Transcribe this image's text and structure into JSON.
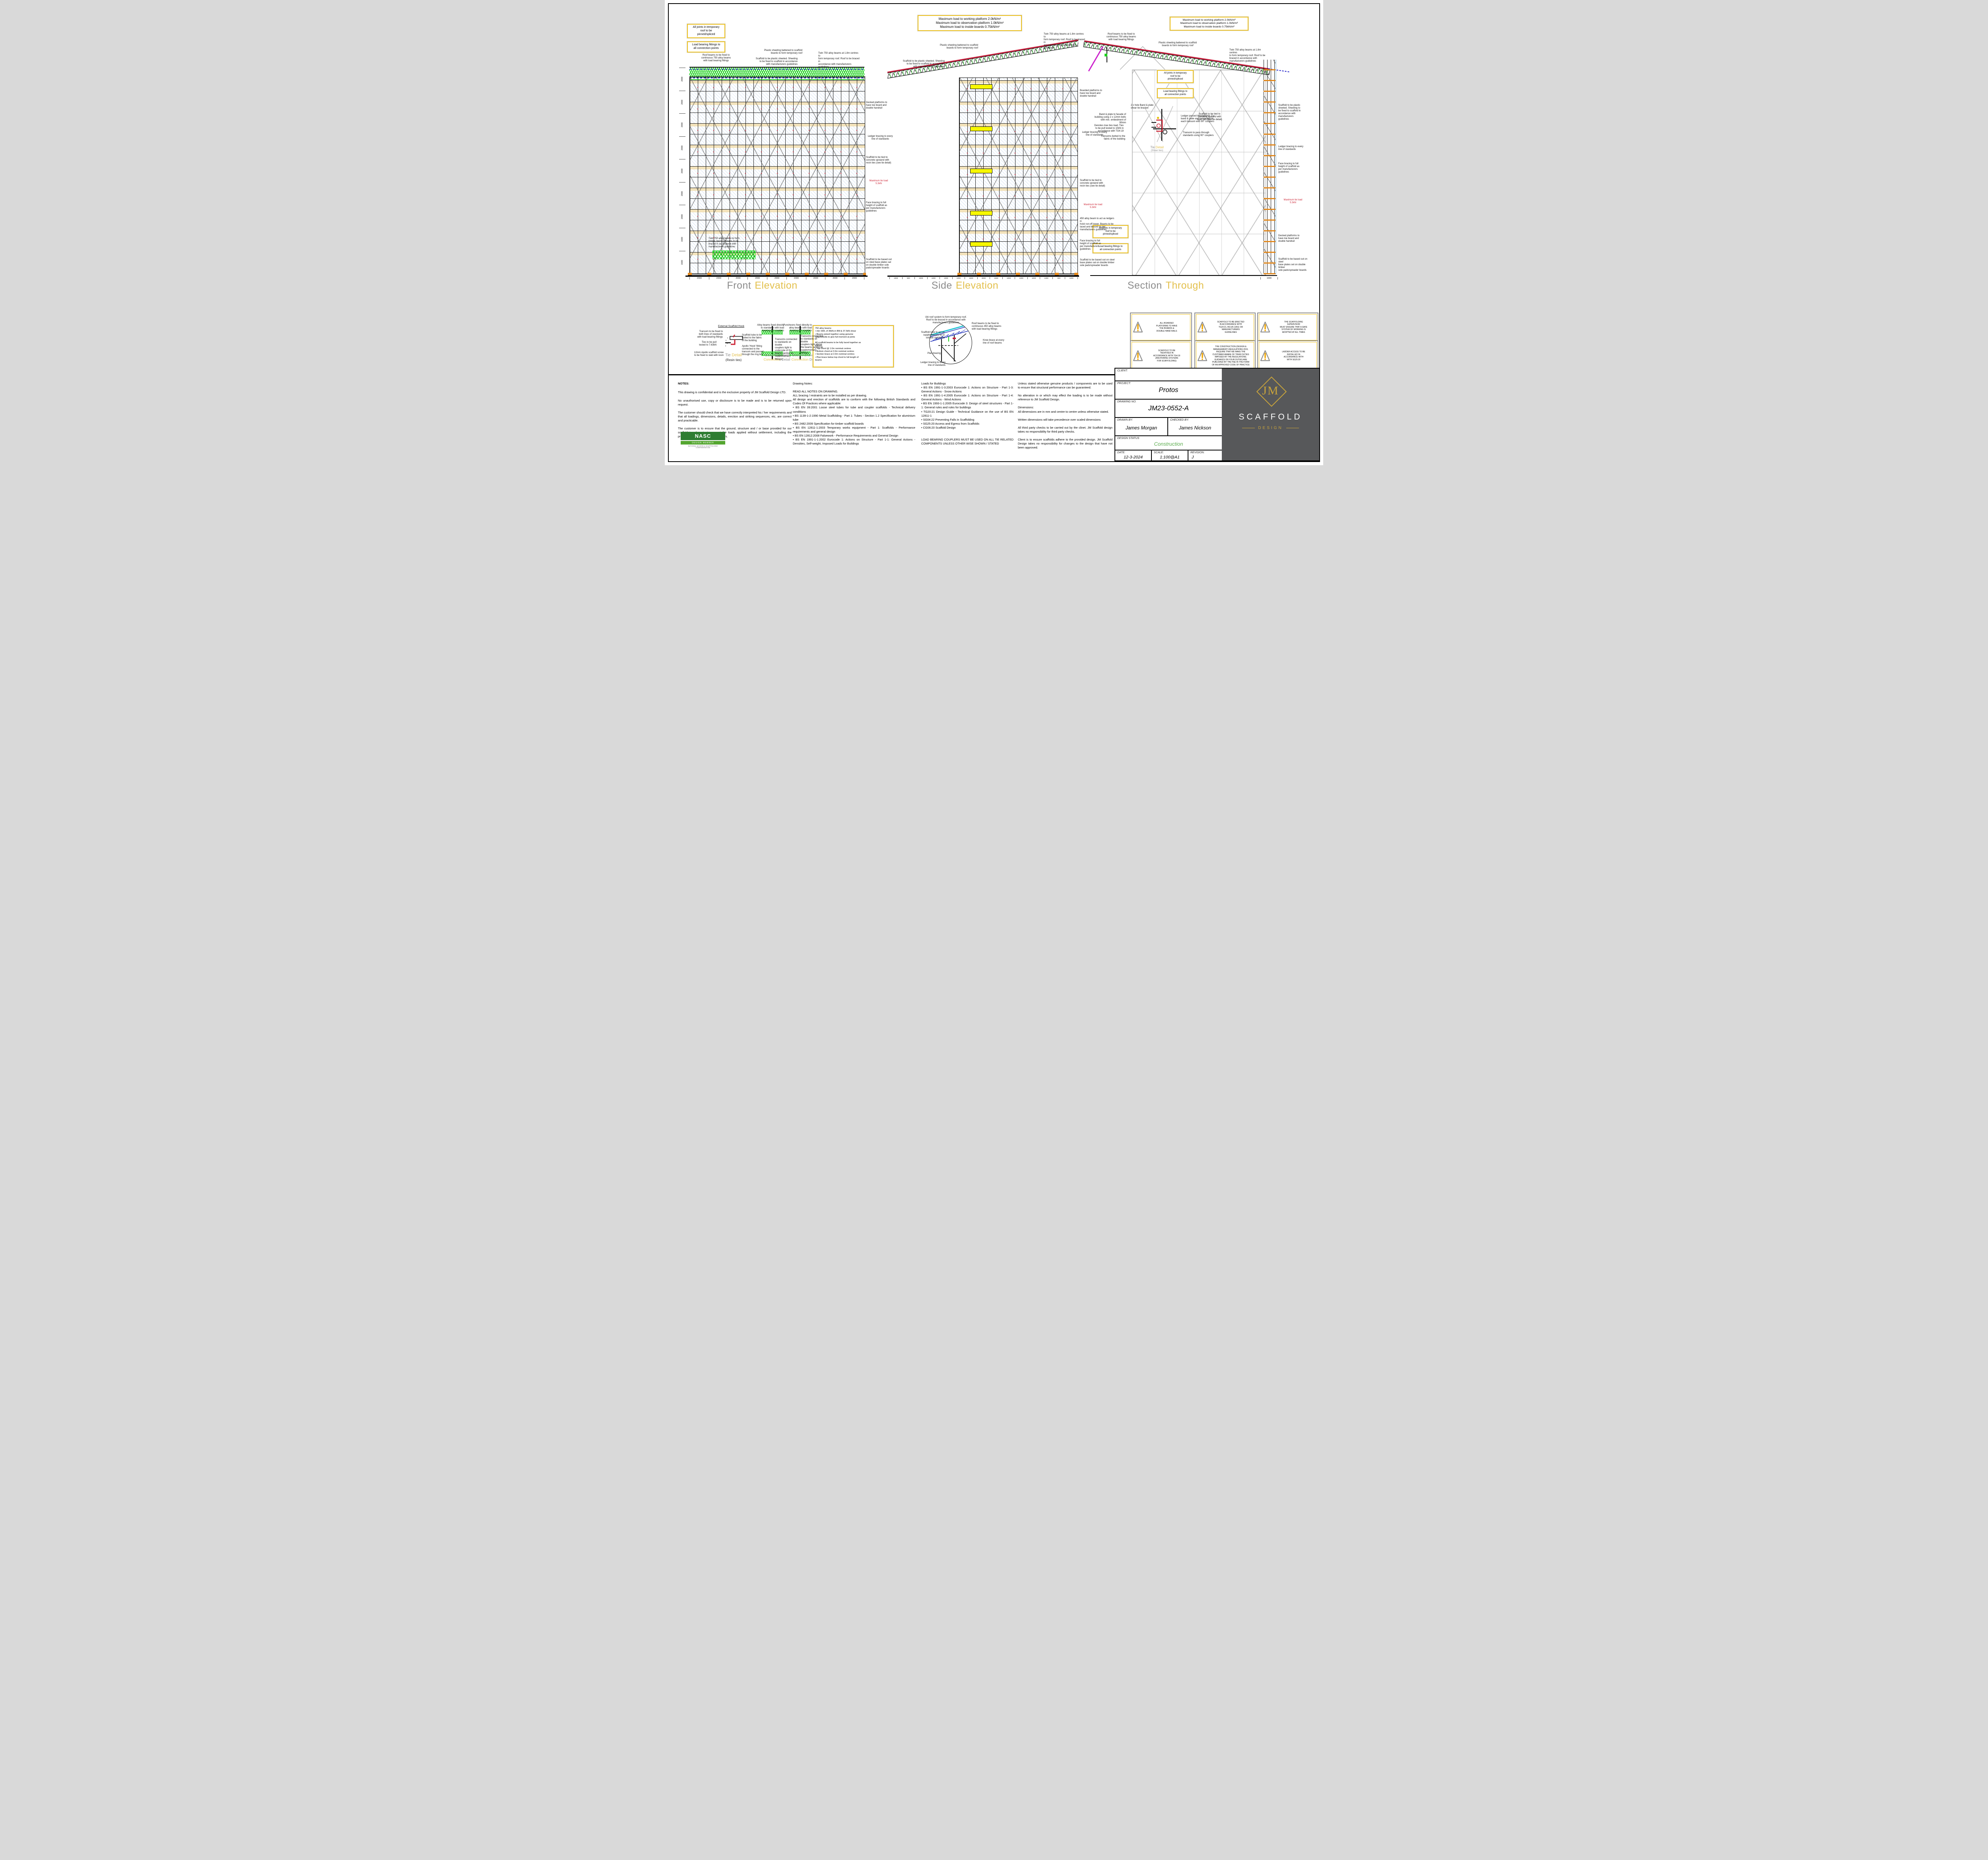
{
  "sheet": {
    "background": "#ffffff",
    "border": "#000000",
    "accent_gold": "#e3c04c",
    "note_yellow": "#efc320",
    "truss_green": "#1fd11f",
    "dash_blue": "#2020c8",
    "roof_red": "#c81e3c",
    "pad_orange": "#e2881c",
    "status_green": "#5bad4e",
    "tie_red": "#cc2233"
  },
  "titles": {
    "front": {
      "a": "Front",
      "b": "Elevation"
    },
    "side": {
      "a": "Side",
      "b": "Elevation"
    },
    "section": {
      "a": "Section",
      "b": "Through"
    }
  },
  "yellow_boxes": [
    {
      "text": "All joints in temporary\nroof to be\npinned/spliced",
      "style": "left:56px;top:60px;width:84px;font-size:7px"
    },
    {
      "text": "Load bearing fittings to\nall connection points",
      "style": "left:56px;top:104px;width:84px;font-size:7px"
    },
    {
      "text": "Maximum load to working platform 2.0kN/m²\nMaximum load to observation platform 1.0kN/m²\nMaximum load to inside boards 0.75kN/m²",
      "style": "left:636px;top:38px;width:250px;font-size:8px"
    },
    {
      "text": "Maximum load to working platform 2.0kN/m²\nMaximum load to observation platform 1.0kN/m²\nMaximum load to inside boards 0.75kN/m²",
      "style": "left:1270px;top:42px;width:186px;font-size:6.8px"
    },
    {
      "text": "All joints in temporary\nroof to be\npinned/spliced",
      "style": "left:1238px;top:176px;width:80px"
    },
    {
      "text": "Load bearing fittings to\nall connection points",
      "style": "left:1238px;top:222px;width:80px"
    },
    {
      "text": "All joints in temporary\nroof to be\npinned/spliced",
      "style": "left:1076px;top:566px;width:78px"
    },
    {
      "text": "Load bearing fittings to\nall connection points",
      "style": "left:1076px;top:612px;width:78px"
    },
    {
      "text": "750 alloy beams\n•   min SWL of 36kN.m BM & 37.5kN shear\n•   Beams joined together using genuine\n     spigots/bolts to give full moment at joints\n\nAll scaffold beams to be fully laced together as\nfollows:\n•   Top chord @ 1.0m nominal centres\n•   Bottom chord at 2.0m nominal centres\n•   Section brace at 2.0m nominal centres\n•   Plan brace below top chord to full length of\n     beams",
      "style": "left:372px;top:818px;width:192px;height:96px;text-align:left;font-size:5.6px;line-height:1.3"
    }
  ],
  "callouts": [
    {
      "text": "Roof beams to be fixed to\ncontinuous 750 alloy beams\nwith load bearing fittings",
      "style": "left:78px;top:136px;width:102px;text-align:center"
    },
    {
      "text": "Plastic sheeting battened to scaffold\nboards to form temporary roof",
      "style": "left:246px;top:124px;width:100px;text-align:right"
    },
    {
      "text": "Scaffold to be plastic sheeted. Sheeting\nto be fixed to scaffold in accordance\nwith manufacturers guidelines",
      "style": "left:226px;top:145px;width:108px;text-align:right"
    },
    {
      "text": "Twin 750 alloy beams at 1.8m centres to\nform temporary roof. Roof to be braced in\naccordance with manufacturers guidelines",
      "style": "left:386px;top:131px;width:104px"
    },
    {
      "text": "Decked platforms to\nhave toe board and\ndouble handrail",
      "style": "left:506px;top:255px;width:70px"
    },
    {
      "text": "Ledger bracing to every\nline of standards",
      "style": "left:503px;top:340px;width:78px;text-align:center"
    },
    {
      "text": "Scaffold to be tied to\nconcrete upstand with\nresin ties (see tie detail)",
      "style": "left:506px;top:393px;width:80px"
    },
    {
      "text": "Maximum tie load\n5.3kN",
      "style": "left:503px;top:452px;width:70px;text-align:center;color:#cc2233"
    },
    {
      "text": "Face bracing to full\nheight of scaffold as\nper manufacturers\nguidelines",
      "style": "left:506px;top:507px;width:74px"
    },
    {
      "text": "Twin 750 alloy beams to form\nbridge opening.Beams to be\nbraced in accordance with\nmanufacturers guidelines",
      "style": "left:110px;top:597px;width:100px"
    },
    {
      "text": "Scaffold to be based out\non steel base plates sat\non double timber sole\npads/spreader boards",
      "style": "left:506px;top:650px;width:82px"
    },
    {
      "text": "Twin 750 alloy beams at 1.8m centres to\nform temporary roof. Roof to be braced in\naccordance with manufacturers guidelines",
      "style": "left:953px;top:83px;width:106px"
    },
    {
      "text": "Plastic sheeting battened to scaffold\nboards to form temporary roof",
      "style": "left:688px;top:111px;width:100px;text-align:right"
    },
    {
      "text": "Scaffold to be plastic sheeted. Sheeting\nto be fixed to scaffold in accordance\nwith manufacturers guidelines",
      "style": "left:596px;top:151px;width:108px;text-align:right"
    },
    {
      "text": "Boarded platforms to\nhave toe board and\ndouble handrail",
      "style": "left:1044px;top:225px;width:72px"
    },
    {
      "text": "Ledger bracing to every\nline of standards",
      "style": "left:1041px;top:330px;width:80px;text-align:center"
    },
    {
      "text": "Scaffold to be tied to\nconcrete upstand with\nresin ties (see tie detail)",
      "style": "left:1044px;top:451px;width:82px"
    },
    {
      "text": "Maximum tie load\n5.3kN",
      "style": "left:1041px;top:512px;width:72px;text-align:center;color:#cc2233"
    },
    {
      "text": "450 alloy beam to act as ledgers in\nhoist run-off tower. Beams to be\nlaced and braced as per\nmanufacturers guidelines",
      "style": "left:1044px;top:547px;width:92px"
    },
    {
      "text": "Face bracing to full\nheight of scaffold as\nper manufacturers\nguidelines",
      "style": "left:1044px;top:603px;width:76px"
    },
    {
      "text": "Scaffold to be based out on steel\nbase plates sat on double timber\nsole pads/spreader boards",
      "style": "left:1044px;top:651px;width:88px"
    },
    {
      "text": "Roof beams to be fixed to\ncontinuous 750 alloy beams\nwith load bearing fittings",
      "style": "left:1100px;top:83px;width:96px;text-align:center"
    },
    {
      "text": "Plastic sheeting battened to scaffold\nboards to form temporary roof",
      "style": "left:1241px;top:105px;width:98px;text-align:center"
    },
    {
      "text": "Twin 750 alloy beams at 1.8m centres\nto form temporary roof. Roof to be\nbraced in accordance with\nmanufacturers guidelines",
      "style": "left:1420px;top:123px;width:100px"
    },
    {
      "text": "2 x hole Band & plate\nshear tie bracket",
      "style": "left:1172px;top:262px;width:74px"
    },
    {
      "text": "Band & plate to facade of\nbuilding using 2 x 12mm bolts\nwith min. embedment of 90mm",
      "style": "left:1080px;top:285px;width:80px;text-align:right"
    },
    {
      "text": "Ledger passed through min. 2 x\nband & plate and connected to\neach transom with 90° couplers",
      "style": "left:1298px;top:289px;width:86px"
    },
    {
      "text": "Denotes max ties load. Ties\nto be pull tested to 10kN in\naccordance with TG4:19",
      "style": "left:1078px;top:313px;width:76px;text-align:right"
    },
    {
      "text": "Transoms butted to the\nfabric of the building",
      "style": "left:1090px;top:340px;width:68px;text-align:right"
    },
    {
      "text": "Transom to pass through\nstandards using 90° couplers",
      "style": "left:1303px;top:331px;width:82px"
    },
    {
      "text": "Scaffold to be tied to\nconcrete upstand with\nresin ties (see tie detail)",
      "style": "left:1334px;top:284px;width:72px;text-align:center"
    },
    {
      "text": "Scaffold to be plastic\nsheeted. Sheeting to\nbe fixed to scaffold in\naccordance with\nmanufacturers\nguidelines",
      "style": "left:1543px;top:262px;width:80px"
    },
    {
      "text": "Ledger bracing to every\nline of standards",
      "style": "left:1543px;top:366px;width:82px"
    },
    {
      "text": "Face bracing to full\nheight of scaffold as\nper manufacturers\nguidelines",
      "style": "left:1543px;top:409px;width:80px"
    },
    {
      "text": "Maximum tie load\n5.3kN",
      "style": "left:1543px;top:500px;width:74px;text-align:center;color:#cc2233"
    },
    {
      "text": "Decked platforms to\nhave toe board and\ndouble handrail",
      "style": "left:1543px;top:590px;width:78px"
    },
    {
      "text": "Scaffold to be based out on steel\nbase plates set on double timber\nsole pads/spreader boards",
      "style": "left:1543px;top:649px;width:86px"
    },
    {
      "text": "External Scaffold Hook",
      "style": "left:112px;top:817px;width:110px;text-align:center;text-decoration:underline;font-size:6.5px"
    },
    {
      "text": "Transom to be fixed to\nboth lines of standards\nwith load bearing fittings",
      "style": "left:44px;top:831px;width:102px;text-align:right"
    },
    {
      "text": "Ties to be pull\ntested to 7.63kN",
      "style": "left:60px;top:858px;width:70px;text-align:right"
    },
    {
      "text": "12mm Apollo scaffold screw\nto be fixed to slab with resin",
      "style": "left:28px;top:884px;width:120px;text-align:right"
    },
    {
      "text": "Scaffold tube to be\nbutted to the fabric\nof the building",
      "style": "left:194px;top:840px;width:64px"
    },
    {
      "text": "Apollo 'Hook' fitting\nconnected to the\ntransom and passed\nthrough the ring bolt",
      "style": "left:194px;top:868px;width:68px"
    },
    {
      "text": "Alloy beams fixed directly\nto standards with load\nbearing 90° couplers",
      "style": "left:228px;top:815px;width:72px;text-align:right"
    },
    {
      "text": "Puncheons fixed directly to\nalloy beams with load\nbearing 90° couplers",
      "style": "left:288px;top:815px;width:82px;text-align:right"
    },
    {
      "text": "Transoms connected\nto standards on double\ncouplers tight to\nunderside of the\nbeams (acting as\nsupplementary fittings)",
      "style": "left:277px;top:851px;width:60px"
    },
    {
      "text": "Transoms connected\nto standards on double\ncouplers tight above\nthe beams (acting as\nsupplementary fittings)",
      "style": "left:342px;top:843px;width:60px"
    },
    {
      "text": "Ubi roof system to form temporary roof.\nRoof to be braced in accordance with\nmanufacturers guidelines",
      "style": "left:652px;top:795px;width:110px;text-align:center"
    },
    {
      "text": "Roof beams to be fixed to\ncontinuous 450 alloy beams\nwith load bearing fittings",
      "style": "left:772px;top:811px;width:94px"
    },
    {
      "text": "Scaffold tube to act as\nsupplementary tie to\noutside standards",
      "style": "left:634px;top:833px;width:70px;text-align:right"
    },
    {
      "text": "Knee brace at every\nline of roof beams",
      "style": "left:800px;top:853px;width:66px"
    },
    {
      "text": "Plan bracing",
      "style": "left:648px;top:886px;width:46px;text-align:right"
    },
    {
      "text": "Ledger bracing to every\nline of standards",
      "style": "left:640px;top:909px;width:66px;text-align:right"
    }
  ],
  "warnings": [
    {
      "text": "ALL BOARDED\nPLATFORMS TO HAVE\nTOE BOARDS &\nDOUBLE HAND RAILS",
      "style": "left:1170px;top:786px;width:148px;height:66px"
    },
    {
      "text": "SCAFFOLD TO BE ERECTED\nIN ACCORDANCE WITH\nTG20:21, BS EN 12811 OR\nMANUFACTURERS\nGUIDELINES",
      "style": "left:1332px;top:786px;width:146px;height:66px;font-size:4.6px"
    },
    {
      "text": "THE SCAFFOLDING\nSUPERVISOR\nMUST ENSURE THAT A SAFE\nSYSTEM OF WORKING IS\nADOPTED AT ALL TIMES",
      "style": "left:1490px;top:786px;width:146px;height:66px;font-size:4.6px"
    },
    {
      "text": "SCAFFOLD TO BE\nTIED/FIXED IN\nACCORDANCE WITH TG4:19\n(ANCHORING SYSTEMS\nFOR SCAFFOLDING)",
      "style": "left:1170px;top:856px;width:148px;height:70px;font-size:4.6px"
    },
    {
      "text": "THE CONSTRUCTION (DESIGN &\nMANAGEMENT) REGULATIONS 2015,\nREQUIRE THAT WE MAKE THE\nCUSTOMER AWARE OF THEIR DUTIES\nIMPOSED BY THE REGULATIONS.\nGUIDANCE ON YOUR DUTIES ARE\nPUBLISHED BY THE HSE IN THE FORM\nOF AN APPROVED CODE OF PRACTICE",
      "style": "left:1332px;top:856px;width:146px;height:70px;font-size:3.9px"
    },
    {
      "text": "LADDER ACCESS TO BE\nINSTALLED IN\nACCORDANCE WITH\nWITH SG25:20",
      "style": "left:1490px;top:856px;width:146px;height:70px"
    }
  ],
  "dims": {
    "front_left": [
      "2000",
      "2000",
      "2000",
      "2000",
      "2000",
      "2000",
      "2000",
      "1600",
      "1600"
    ],
    "front_bottom": [
      "2000",
      "2000",
      "2000",
      "2000",
      "2000",
      "2000",
      "2000",
      "2000",
      "2000"
    ],
    "side_bottom": [
      "1000",
      "500",
      "1000",
      "1000",
      "1000",
      "1000",
      "1500",
      "3000",
      "1500",
      "1000",
      "1000",
      "1000",
      "1000",
      "500",
      "1000"
    ],
    "section_bottom": [
      "1000"
    ]
  },
  "detail_titles": {
    "tie_resin": {
      "a": "Tie",
      "b": "Detail",
      "sub": "(Resin ties)"
    },
    "tie_shear": {
      "a": "Tie",
      "b": "Detail",
      "sub": "(Shear ties)"
    },
    "beam_standard": {
      "l1": "Beam/Standard",
      "l2a": "Connection",
      "l2b": "Detail"
    },
    "beam_puncheon": {
      "l1": "Beam/Puncheon",
      "l2a": "Connection",
      "l2b": "Detail"
    }
  },
  "notes": {
    "col1_title": "NOTES:",
    "col1_body": "This drawing is confidential and is the exclusive property of JM Scaffold Design LTD.\n\nNo unauthorised use, copy or disclosure is to be made and is to be returned upon request.\n\nThe customer should check that we have correctly interpreted his / her requirements and that all loadings, dimensions, details, erection and striking sequences, etc, are correct and practicable.\n\nThe customer is to ensure that the ground, structure and / or base provided for our scaffold is adequate to support the loads applied without settlement, including the provision for any necessary spreaders.",
    "col2_body": "Drawing Notes:\n\nREAD ALL NOTES ON DRAWING.\nALL bracing / restraints are to be installed as per drawing.\nAll design and erection of scaffolds are to conform with the following British Standards and Codes Of Practices where applicable:\n•      BS EN 39:2001 Loose steel tubes for tube and coupler scaffolds - Technical delivery conditions\n•      BS 1139-1-2:1990 Metal Scaffolding - Part 1: Tubes - Section 1.2 Specification for aluminium tube\n•      BS 2482:2009 Specification for timber scaffold boards\n•      BS EN 12811-1:2003 Temporary works equipment - Part 1: Scaffolds - Performance requirements and general design\n•      BS EN 12812:2008 Falsework - Performance Requirements and General Design\n•      BS EN 1991-1-1:2002 Eurocode 1: Actions on Structure - Part 1-1: General Actions - Densities, Self-weight, Imposed Loads for Buildings",
    "col3_body": "Loads for Buildings\n•      BS EN 1991-1-3:2003 Eurocode 1: Actions on Structure - Part 1-3: General Actions - Snow Actions\n•      BS EN 1991-1-4:2005 Eurocode 1: Actions on Structure - Part 1-4: General Actions - Wind Actions\n•      BS EN 1993-1-1:2005 Eurocode 3: Design of steel structures - Part 1-1: General rules and rules for buildings\n•      TG20:21 Design Guide - Technical Guidance on the use of BS EN 12811-1\n•      SG04:22 Preventing Falls in Scaffolding\n•      SG25:20 Access and Egress from Scaffolds\n•      CG06:20 Scaffold Design\n\n\nLOAD BEARING COUPLERS MUST BE USED ON ALL TIE RELATED COMPONENTS UNLESS OTHER WISE SHOWN / STATED",
    "col4_body": "Unless stated otherwise genuine products / components are to be used to ensure that structural performance can be guaranteed.\n\nNo alteration in or which may effect the loading is to be made without reference to JM Scaffold Design.\n\nDimensions:\nAll dimensions are in mm and centre to centre unless otherwise stated.\n\nWritten dimensions will take precedence over scaled dimensions\n\nAll third party checks to be carried out by the clinet. JM Scaffold design takes no responsibility for third party checks.\n\nClient is to ensure scaffolds adhere to the provided design. JM Scaffold Design takes no responsibility for changes to the design that have not been approved."
  },
  "title_block": {
    "client_label": "CLIENT:",
    "client_value": "",
    "project_label": "PROJECT:",
    "project_value": "Protos",
    "drawing_no_label": "DRAWING NO.",
    "drawing_no_value": "JM23-0552-A",
    "drawn_label": "DRAWN BY:",
    "drawn_value": "James Morgan",
    "checked_label": "CHECKED BY:",
    "checked_value": "James Nickson",
    "status_label": "DESIGN STATUS",
    "status_value": "Construction",
    "date_label": "DATE:",
    "date_value": "12-3-2024",
    "scale_label": "SCALE:",
    "scale_value": "1:100@A1",
    "revision_label": "REVISION:",
    "revision_value": "J"
  },
  "logos": {
    "jm_initials": "JM",
    "jm_scaffold": "SCAFFOLD",
    "jm_design": "DESIGN",
    "nasc_name": "NASC",
    "nasc_band": "DESIGN MEMBER",
    "nasc_caption": "NATIONAL ACCESS & SCAFFOLDING CONFEDERATION"
  }
}
